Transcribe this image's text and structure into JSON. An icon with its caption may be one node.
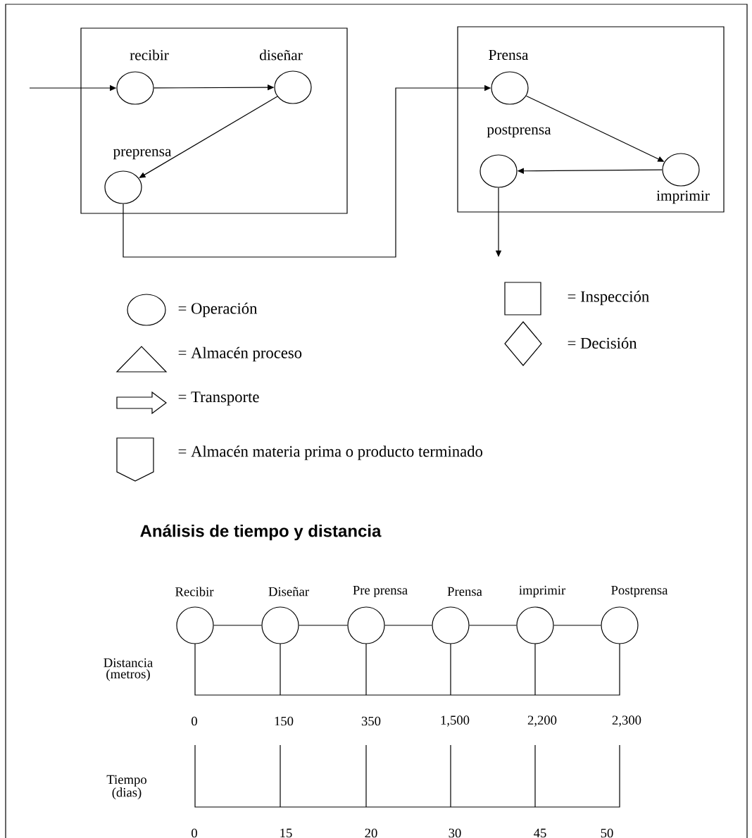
{
  "diagram": {
    "nodes": [
      {
        "text": [],
        "shape": "box"
      },
      {
        "text": [
          "recibir"
        ],
        "in": 0
      },
      {
        "text": [
          "diseñar"
        ],
        "in": 0
      },
      {
        "text": [
          "preprensa"
        ],
        "in": 0
      },
      {
        "text": [],
        "shape": "box"
      },
      {
        "text": [
          "Prensa"
        ],
        "in": 4
      },
      {
        "text": [
          "postprensa"
        ],
        "in": 4
      },
      {
        "text": [
          "imprimir"
        ],
        "in": 4
      },
      {
        "text": [
          "Recibir"
        ]
      },
      {
        "text": [
          "Diseñar"
        ]
      },
      {
        "text": [
          "Pre prensa"
        ]
      },
      {
        "text": [
          "Prensa"
        ]
      },
      {
        "text": [
          "imprimir"
        ]
      },
      {
        "text": [
          "Postprensa"
        ]
      }
    ],
    "edges": [
      {
        "from": null,
        "to": 1,
        "arrow": "to"
      },
      {
        "from": 1,
        "to": 2,
        "arrow": "to"
      },
      {
        "from": 2,
        "to": 3,
        "arrow": "to"
      },
      {
        "from": 3,
        "to": 5,
        "arrow": "to"
      },
      {
        "from": 5,
        "to": 7,
        "arrow": "to"
      },
      {
        "from": 7,
        "to": 6,
        "arrow": "to"
      },
      {
        "from": 6,
        "to": null,
        "arrow": "to"
      },
      {
        "from": 8,
        "to": 9,
        "arrow": "none"
      },
      {
        "from": 9,
        "to": 10,
        "arrow": "none"
      },
      {
        "from": 10,
        "to": 11,
        "arrow": "none"
      },
      {
        "from": 11,
        "to": 12,
        "arrow": "none"
      },
      {
        "from": 12,
        "to": 13,
        "arrow": "none"
      }
    ],
    "labels": [
      "Análisis de tiempo y distancia",
      "Distancia (metros)",
      "0",
      "150",
      "350",
      "1,500",
      "2,200",
      "2,300",
      "Tiempo (dias)",
      "0",
      "15",
      "20",
      "30",
      "45",
      "50"
    ],
    "legend": [
      {
        "text": "= Operación"
      },
      {
        "text": "= Almacén proceso"
      },
      {
        "text": "= Transporte"
      },
      {
        "text": "= Almacén materia prima o producto terminado"
      },
      {
        "text": "= Inspección"
      },
      {
        "text": "= Decisión"
      }
    ]
  }
}
